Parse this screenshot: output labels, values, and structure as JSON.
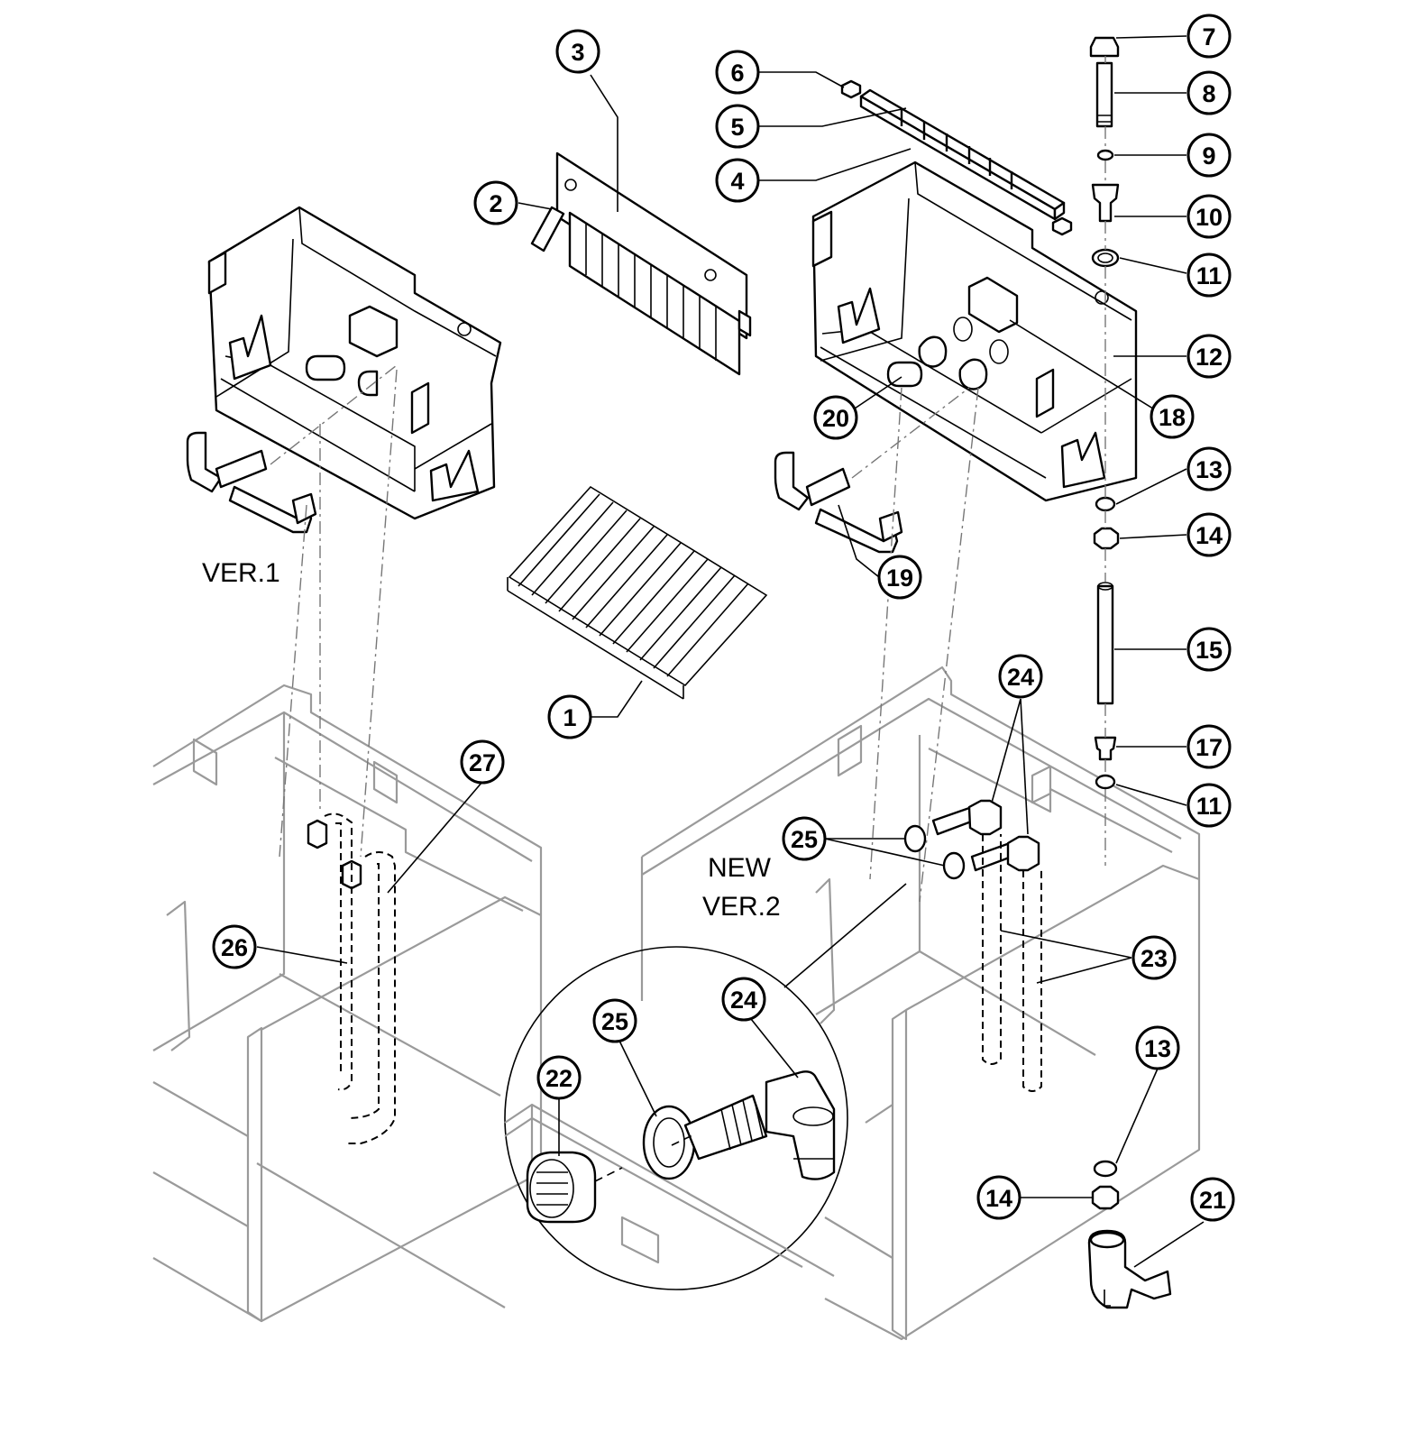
{
  "labels": {
    "ver1": "VER.1",
    "new": "NEW",
    "ver2": "VER.2"
  },
  "callouts": [
    "1",
    "2",
    "3",
    "4",
    "5",
    "6",
    "7",
    "8",
    "9",
    "10",
    "11",
    "12",
    "13",
    "14",
    "15",
    "17",
    "11",
    "18",
    "19",
    "20",
    "21",
    "22",
    "23",
    "24",
    "25",
    "24",
    "25",
    "13",
    "14",
    "26",
    "27"
  ],
  "colors": {
    "ink": "#000000",
    "ghost": "#9a9a9a",
    "background": "#ffffff"
  }
}
